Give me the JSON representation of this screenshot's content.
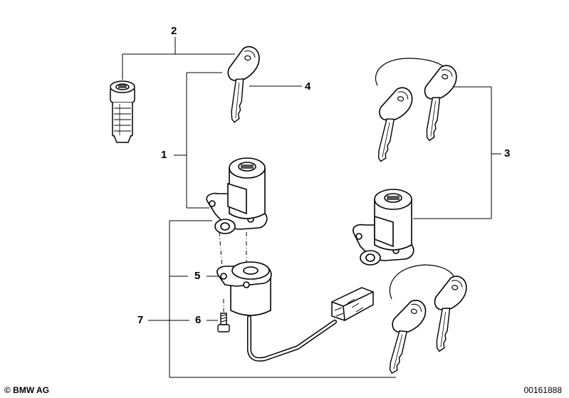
{
  "callouts": [
    "1",
    "2",
    "3",
    "4",
    "5",
    "6",
    "7"
  ],
  "footer": {
    "copyright": "© BMW AG",
    "image_number": "00161888"
  },
  "colors": {
    "line": "#000000",
    "fill": "#ffffff",
    "shade": "#555555"
  },
  "icons": [
    "key-icon",
    "lock-cylinder-icon",
    "ignition-lock-icon",
    "switch-icon",
    "connector-icon",
    "screw-icon"
  ]
}
